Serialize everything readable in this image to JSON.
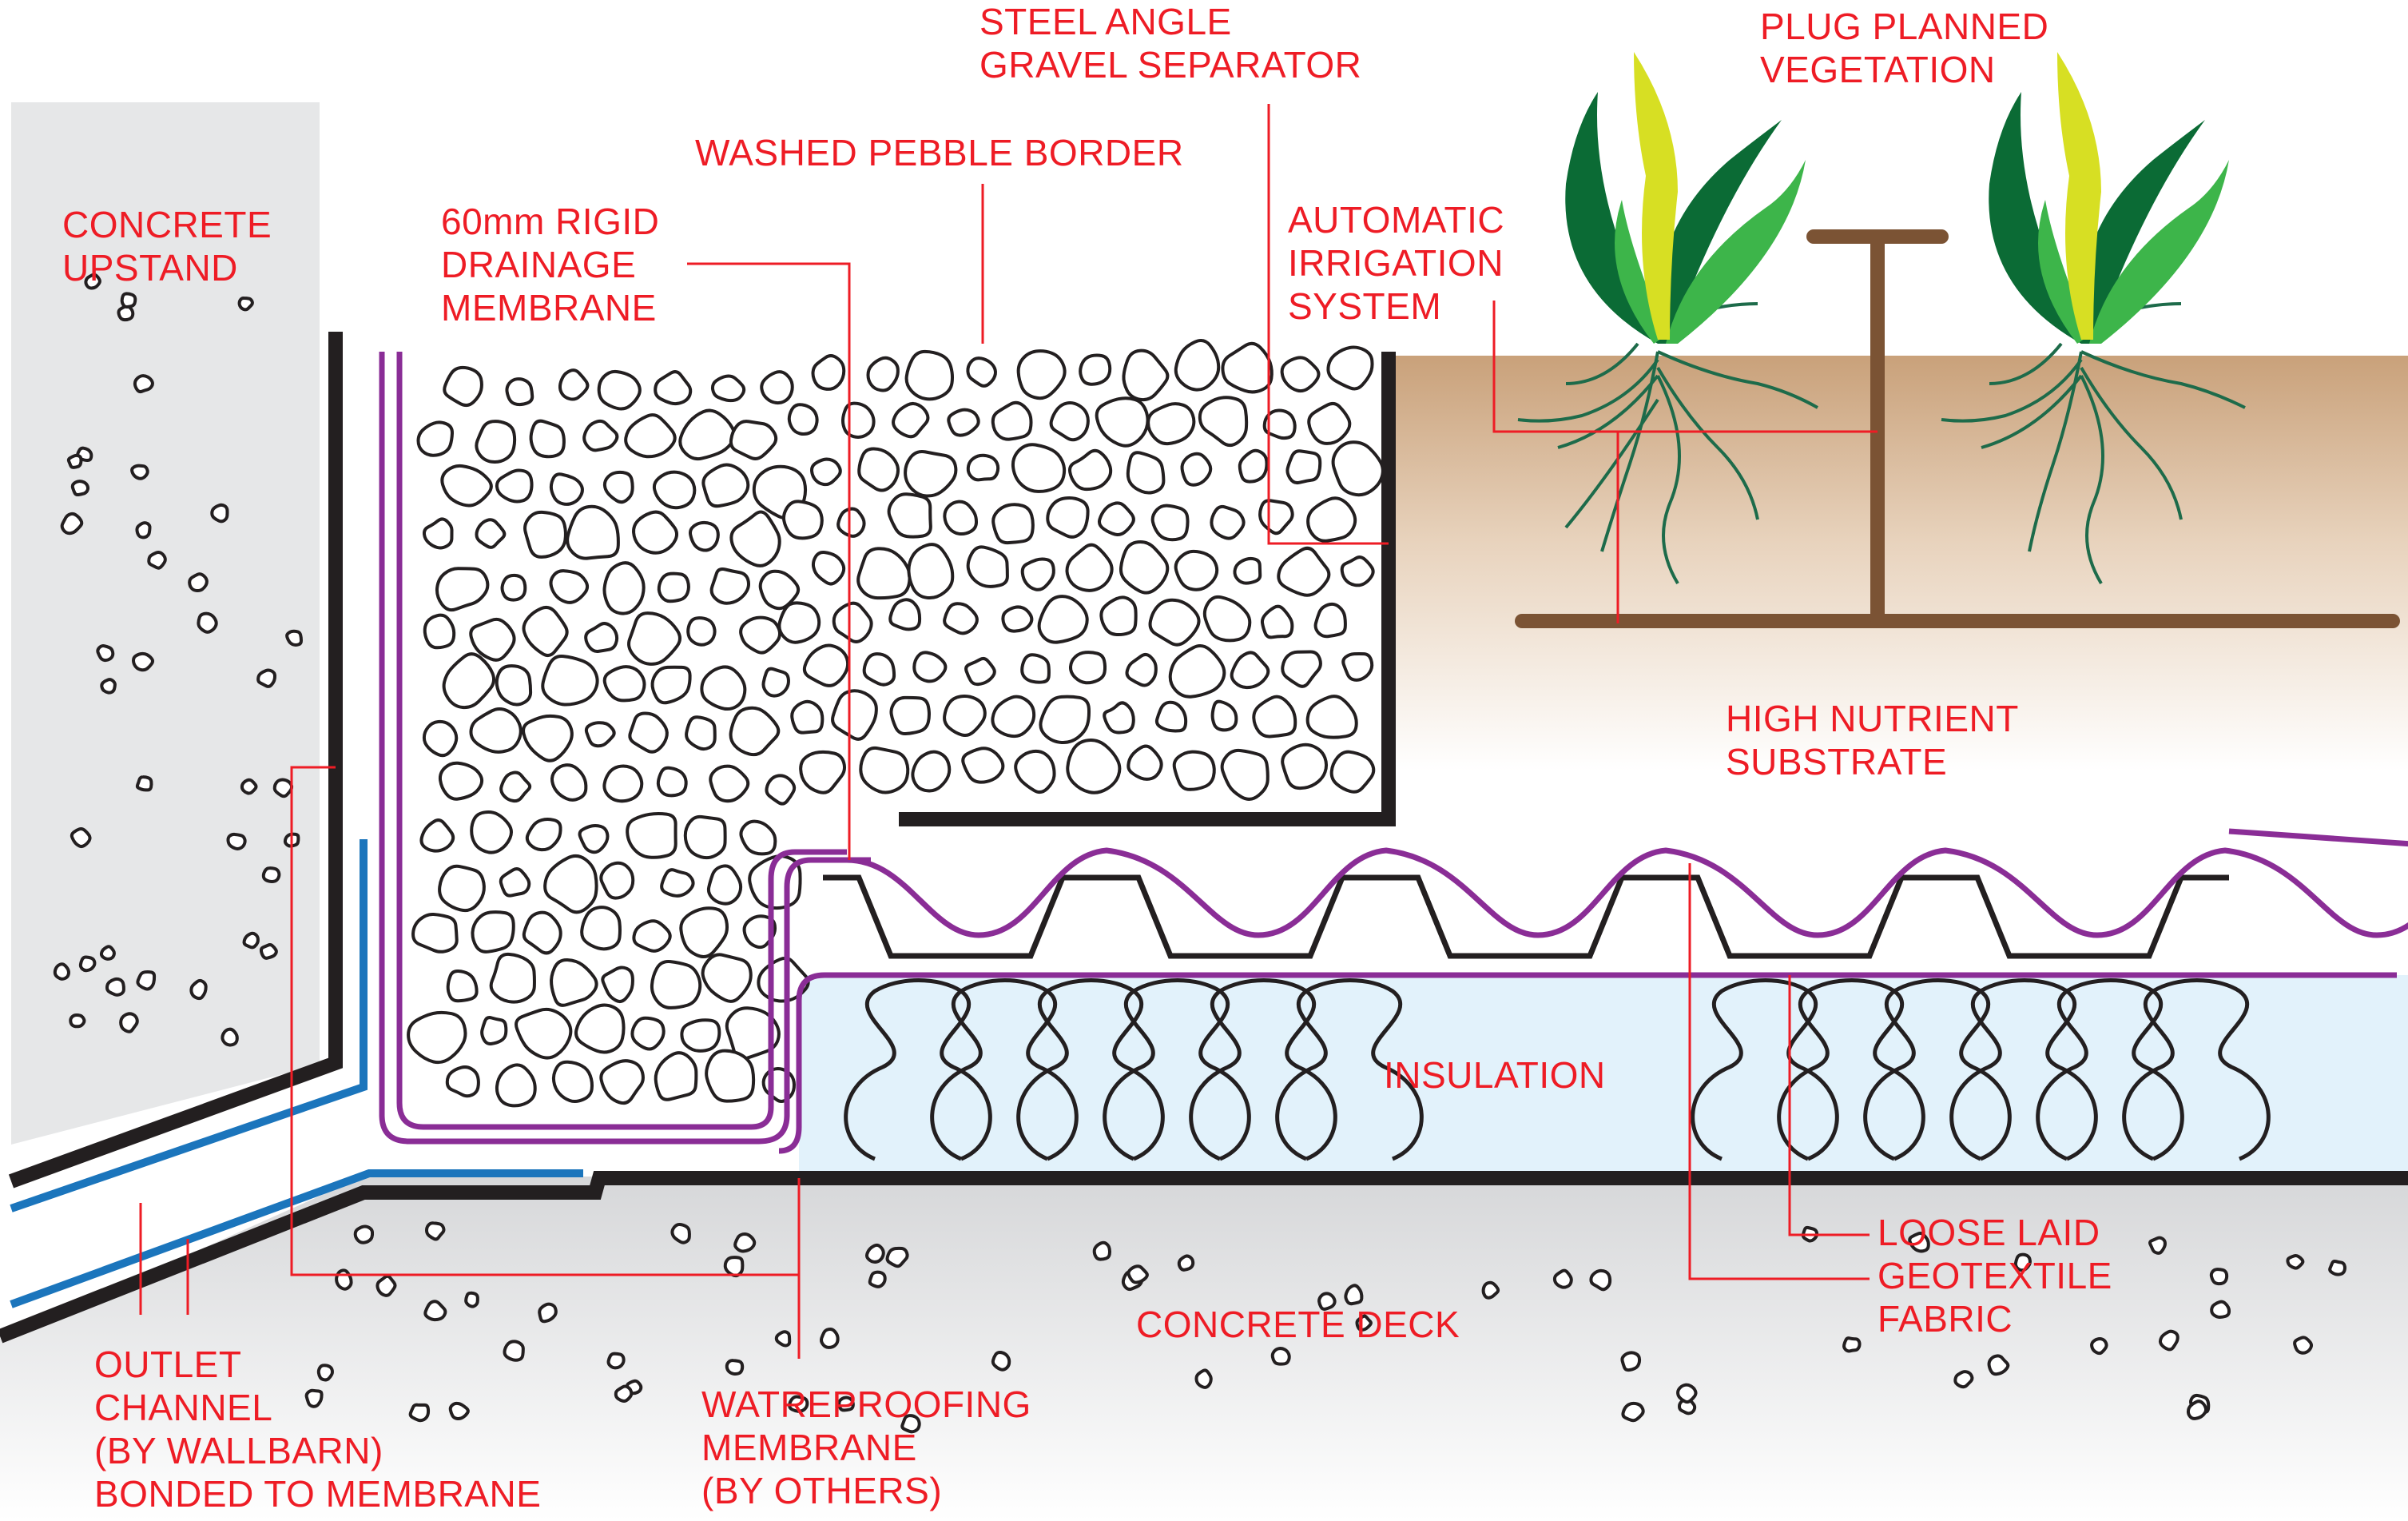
{
  "colors": {
    "label": "#ee1c25",
    "outline": "#231f20",
    "membrane_purple": "#8a2d96",
    "channel_blue": "#1b75bc",
    "soil_brown": "#c9a17a",
    "insulation_blue": "#e2f2fb",
    "concrete_grey": "#e6e7e8",
    "stake_brown": "#7b5334",
    "root_green": "#1d6b4a",
    "leaf_dark": "#0b6b35",
    "leaf_mid": "#3db54a",
    "leaf_yellow": "#d7df23"
  },
  "labels": {
    "concrete_upstand": [
      "CONCRETE",
      "UPSTAND"
    ],
    "rigid_drainage": [
      "60mm RIGID",
      "DRAINAGE",
      "MEMBRANE"
    ],
    "pebble_border": [
      "WASHED PEBBLE BORDER"
    ],
    "steel_angle": [
      "STEEL ANGLE",
      "GRAVEL SEPARATOR"
    ],
    "irrigation": [
      "AUTOMATIC",
      "IRRIGATION",
      "SYSTEM"
    ],
    "vegetation": [
      "PLUG PLANNED",
      "VEGETATION"
    ],
    "substrate": [
      "HIGH NUTRIENT",
      "SUBSTRATE"
    ],
    "insulation": [
      "INSULATION"
    ],
    "concrete_deck": [
      "CONCRETE DECK"
    ],
    "geotextile": [
      "LOOSE LAID",
      "GEOTEXTILE",
      "FABRIC"
    ],
    "outlet_channel": [
      "OUTLET",
      "CHANNEL",
      "(BY WALLBARN)",
      "BONDED TO MEMBRANE"
    ],
    "waterproofing": [
      "WATREPROOFING",
      "MEMBRANE",
      "(BY OTHERS)"
    ]
  }
}
